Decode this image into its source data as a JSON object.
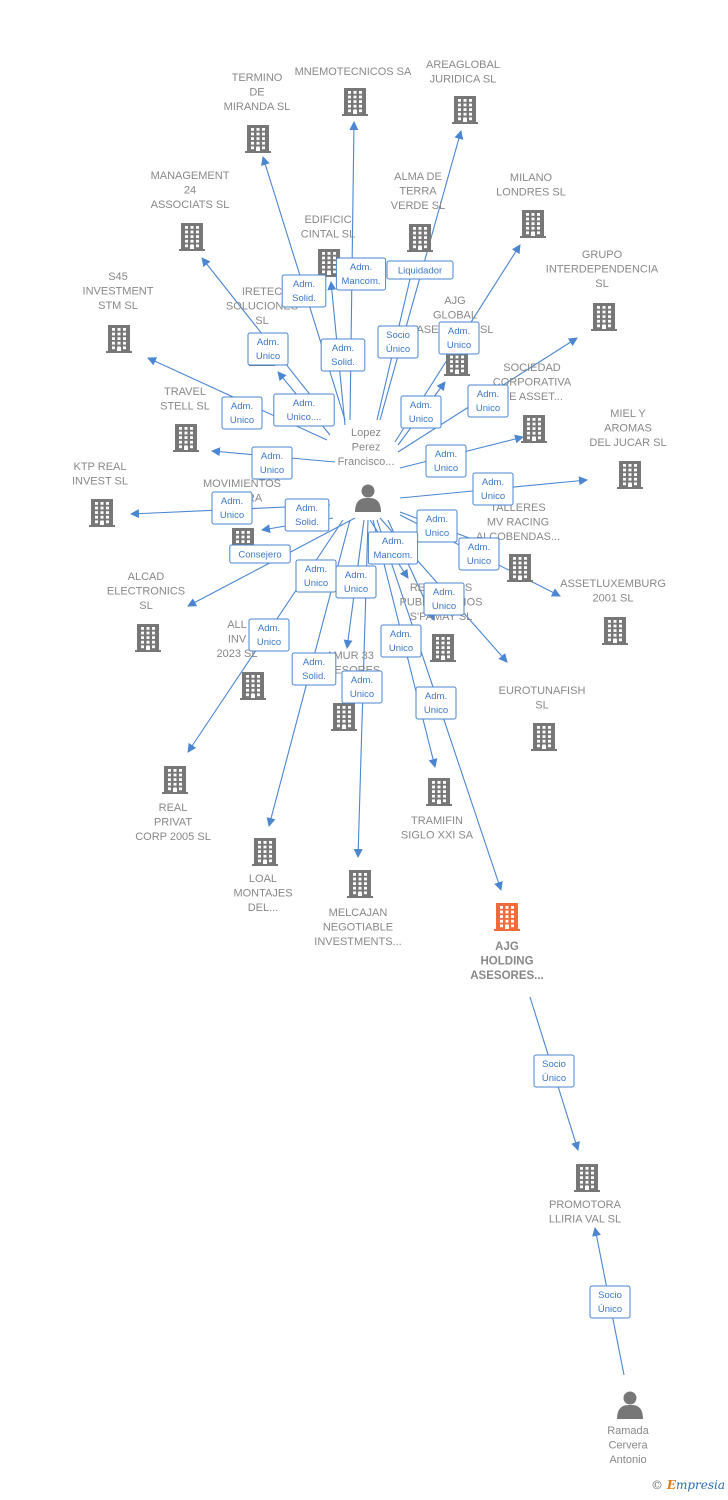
{
  "nodes": [
    {
      "id": "center",
      "type": "person",
      "color": "#777777",
      "label": [
        "Lopez",
        "Perez",
        "Francisco..."
      ]
    },
    {
      "id": "ajg-holding",
      "type": "company",
      "color": "#f26b38",
      "highlight": true,
      "label": [
        "AJG",
        "HOLDING",
        "ASESORES..."
      ]
    },
    {
      "id": "promotora",
      "type": "company",
      "color": "#777777",
      "label": [
        "PROMOTORA",
        "LLIRIA VAL SL"
      ]
    },
    {
      "id": "ramada",
      "type": "person",
      "color": "#777777",
      "label": [
        "Ramada",
        "Cervera",
        "Antonio"
      ]
    },
    {
      "id": "termino",
      "type": "company",
      "color": "#777777",
      "label": [
        "TERMINO",
        "DE",
        "MIRANDA SL"
      ]
    },
    {
      "id": "mnemotecnicos",
      "type": "company",
      "color": "#777777",
      "label": [
        "MNEMOTECNICOS SA"
      ]
    },
    {
      "id": "areaglobal",
      "type": "company",
      "color": "#777777",
      "label": [
        "AREAGLOBAL",
        "JURIDICA  SL"
      ]
    },
    {
      "id": "management24",
      "type": "company",
      "color": "#777777",
      "label": [
        "MANAGEMENT",
        "24",
        "ASSOCIATS  SL"
      ]
    },
    {
      "id": "alma",
      "type": "company",
      "color": "#777777",
      "label": [
        "ALMA DE",
        "TERRA",
        "VERDE  SL"
      ]
    },
    {
      "id": "milano",
      "type": "company",
      "color": "#777777",
      "label": [
        "MILANO",
        "LONDRES  SL"
      ]
    },
    {
      "id": "edificic",
      "type": "company",
      "color": "#777777",
      "label": [
        "EDIFICIC",
        "CINTAL  SL"
      ]
    },
    {
      "id": "grupo-inter",
      "type": "company",
      "color": "#777777",
      "label": [
        "GRUPO",
        "INTERDEPENDENCIA",
        "SL"
      ]
    },
    {
      "id": "s45",
      "type": "company",
      "color": "#777777",
      "label": [
        "S45",
        "INVESTMENT",
        "STM  SL"
      ]
    },
    {
      "id": "iretec",
      "type": "company",
      "color": "#777777",
      "label": [
        "IRETEC",
        "SOLUCIONES",
        "SL"
      ]
    },
    {
      "id": "ajg-global",
      "type": "company",
      "color": "#777777",
      "label": [
        "AJG",
        "GLOBAL",
        "ASESORES  SL"
      ]
    },
    {
      "id": "sociedad-corp",
      "type": "company",
      "color": "#777777",
      "label": [
        "SOCIEDAD",
        "CORPORATIVA",
        "DE ASSET..."
      ]
    },
    {
      "id": "travel-stell",
      "type": "company",
      "color": "#777777",
      "label": [
        "TRAVEL",
        "STELL  SL"
      ]
    },
    {
      "id": "miel-aromas",
      "type": "company",
      "color": "#777777",
      "label": [
        "MIEL Y",
        "AROMAS",
        "DEL JUCAR  SL"
      ]
    },
    {
      "id": "ktp-real",
      "type": "company",
      "color": "#777777",
      "label": [
        "KTP REAL",
        "INVEST  SL"
      ]
    },
    {
      "id": "movimientos",
      "type": "company",
      "color": "#777777",
      "label": [
        "MOVIMIENTOS",
        "TIERRA",
        "Y..."
      ]
    },
    {
      "id": "talleres-mv",
      "type": "company",
      "color": "#777777",
      "label": [
        "TALLERES",
        "MV RACING",
        "ALCOBENDAS..."
      ]
    },
    {
      "id": "alcad",
      "type": "company",
      "color": "#777777",
      "label": [
        "ALCAD",
        "ELECTRONICS",
        "SL"
      ]
    },
    {
      "id": "assetluxemburg",
      "type": "company",
      "color": "#777777",
      "label": [
        "ASSETLUXEMBURG",
        "2001  SL"
      ]
    },
    {
      "id": "all-inv",
      "type": "company",
      "color": "#777777",
      "label": [
        "ALL",
        "INV",
        "2023 SL"
      ]
    },
    {
      "id": "rec-publ",
      "type": "company",
      "color": "#777777",
      "label": [
        "RECURSOS",
        "PUBLICITARIOS",
        "S'PAMAY SL"
      ]
    },
    {
      "id": "amur33",
      "type": "company",
      "color": "#777777",
      "label": [
        "AMUR 33",
        "ASESORES",
        "SL"
      ]
    },
    {
      "id": "eurotunafish",
      "type": "company",
      "color": "#777777",
      "label": [
        "EUROTUNAFISH",
        "SL"
      ]
    },
    {
      "id": "real-privat",
      "type": "company",
      "color": "#777777",
      "label": [
        "REAL",
        "PRIVAT",
        "CORP 2005  SL"
      ]
    },
    {
      "id": "tramifin",
      "type": "company",
      "color": "#777777",
      "label": [
        "TRAMIFIN",
        "SIGLO XXI SA"
      ]
    },
    {
      "id": "loal",
      "type": "company",
      "color": "#777777",
      "label": [
        "LOAL",
        "MONTAJES",
        "DEL..."
      ]
    },
    {
      "id": "melcajan",
      "type": "company",
      "color": "#777777",
      "label": [
        "MELCAJAN",
        "NEGOTIABLE",
        "INVESTMENTS..."
      ]
    }
  ],
  "edges": [
    {
      "from": "center",
      "to": "termino",
      "label": [
        "Adm.",
        "Solid."
      ]
    },
    {
      "from": "center",
      "to": "mnemotecnicos",
      "label": [
        "Adm.",
        "Mancom."
      ]
    },
    {
      "from": "center",
      "to": "areaglobal",
      "label": [
        "Liquidador"
      ]
    },
    {
      "from": "center",
      "to": "management24",
      "label": [
        "Adm.",
        "Unico"
      ]
    },
    {
      "from": "center",
      "to": "alma",
      "label": [
        "Socio",
        "Único"
      ]
    },
    {
      "from": "center",
      "to": "milano",
      "label": [
        "Adm.",
        "Unico"
      ]
    },
    {
      "from": "center",
      "to": "edificic",
      "label": [
        "Adm.",
        "Solid."
      ]
    },
    {
      "from": "center",
      "to": "grupo-inter",
      "label": [
        "Adm.",
        "Unico"
      ]
    },
    {
      "from": "center",
      "to": "s45",
      "label": [
        "Adm.",
        "Unico"
      ]
    },
    {
      "from": "center",
      "to": "iretec",
      "label": [
        "Adm.",
        "Unico...."
      ]
    },
    {
      "from": "center",
      "to": "ajg-global",
      "label": [
        "Adm.",
        "Unico"
      ]
    },
    {
      "from": "center",
      "to": "sociedad-corp",
      "label": [
        "Adm.",
        "Unico"
      ]
    },
    {
      "from": "center",
      "to": "travel-stell",
      "label": [
        "Adm.",
        "Unico"
      ]
    },
    {
      "from": "center",
      "to": "miel-aromas",
      "label": [
        "Adm.",
        "Unico"
      ]
    },
    {
      "from": "center",
      "to": "ktp-real",
      "label": [
        "Adm.",
        "Unico"
      ]
    },
    {
      "from": "center",
      "to": "movimientos",
      "label": [
        "Adm.",
        "Solid."
      ]
    },
    {
      "from": "center",
      "to": "talleres-mv",
      "label": [
        "Adm.",
        "Unico"
      ]
    },
    {
      "from": "center",
      "to": "alcad",
      "label": [
        "Consejero"
      ]
    },
    {
      "from": "center",
      "to": "assetluxemburg",
      "label": [
        "Adm.",
        "Unico"
      ]
    },
    {
      "from": "center",
      "to": "all-inv",
      "label": [
        "Adm.",
        "Mancom."
      ]
    },
    {
      "from": "center",
      "to": "rec-publ",
      "label": [
        "Adm.",
        "Unico"
      ]
    },
    {
      "from": "center",
      "to": "amur33",
      "label": [
        "Adm.",
        "Unico"
      ]
    },
    {
      "from": "center",
      "to": "eurotunafish",
      "label": [
        "Adm.",
        "Unico"
      ]
    },
    {
      "from": "center",
      "to": "real-privat",
      "label": [
        "Adm.",
        "Unico"
      ]
    },
    {
      "from": "center",
      "to": "tramifin",
      "label": [
        "Adm.",
        "Unico"
      ]
    },
    {
      "from": "center",
      "to": "loal",
      "label": [
        "Adm.",
        "Solid."
      ]
    },
    {
      "from": "center",
      "to": "melcajan",
      "label": [
        "Adm.",
        "Unico"
      ]
    },
    {
      "from": "center",
      "to": "ajg-holding",
      "label": [
        "Adm.",
        "Unico"
      ]
    },
    {
      "from": "ajg-holding",
      "to": "promotora",
      "label": [
        "Socio",
        "Único"
      ]
    },
    {
      "from": "ramada",
      "to": "promotora",
      "label": [
        "Socio",
        "Único"
      ]
    }
  ],
  "footer": {
    "copyright": "©",
    "brand_initial": "E",
    "brand_rest": "mpresia"
  }
}
